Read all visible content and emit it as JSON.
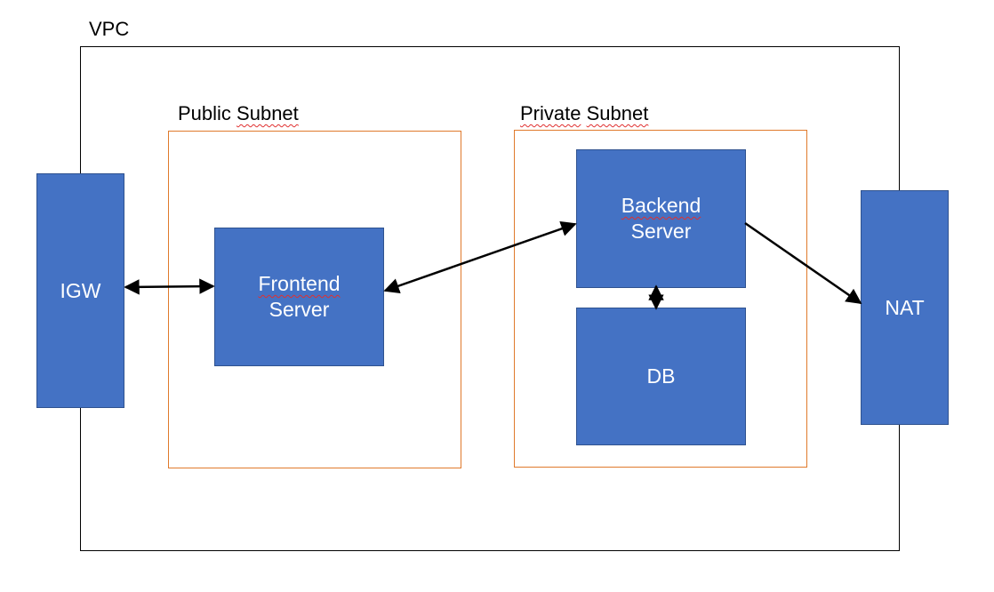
{
  "vpc": {
    "label": "VPC"
  },
  "public_subnet": {
    "word1": "Public",
    "word2": "Subnet"
  },
  "private_subnet": {
    "word1": "Private",
    "word2": "Subnet"
  },
  "igw": {
    "label": "IGW"
  },
  "frontend": {
    "line1": "Frontend",
    "line2": "Server"
  },
  "backend": {
    "line1": "Backend",
    "line2": "Server"
  },
  "db": {
    "label": "DB"
  },
  "nat": {
    "label": "NAT"
  },
  "colors": {
    "node_fill": "#4472c4",
    "node_border": "#2f528f",
    "subnet_border": "#e07a2c",
    "vpc_border": "#000000",
    "arrow": "#000000"
  }
}
